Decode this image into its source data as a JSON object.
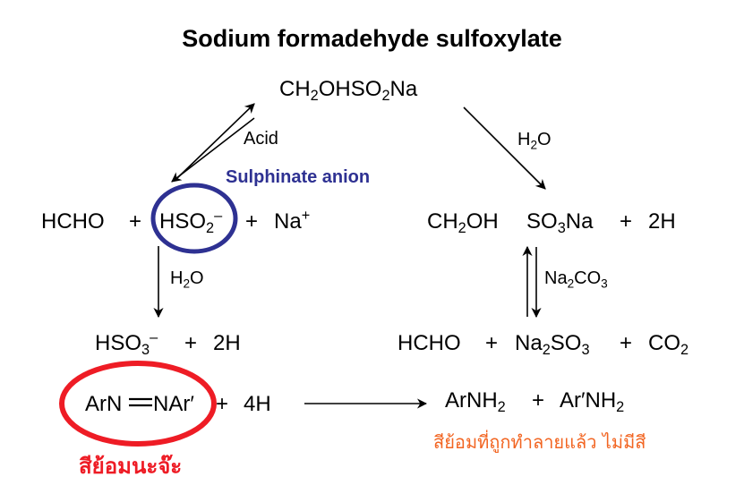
{
  "title": "Sodium formadehyde sulfoxylate",
  "top_compound": {
    "a": "CH",
    "a_sub": "2",
    "b": "OHSO",
    "b_sub": "2",
    "c": "Na"
  },
  "acid_label": "Acid",
  "h2o_right": {
    "a": "H",
    "a_sub": "2",
    "b": "O"
  },
  "anion_label": "Sulphinate anion",
  "left_row": {
    "hcho": "HCHO",
    "plus1": "+",
    "hso2_a": "HSO",
    "hso2_sub": "2",
    "hso2_sup": "–",
    "plus2": "+",
    "na": "Na",
    "na_sup": "+"
  },
  "right_row": {
    "a": "CH",
    "a_sub": "2",
    "b": "OH",
    "c": "SO",
    "c_sub": "3",
    "d": "Na",
    "plus": "+",
    "h": "2H"
  },
  "h2o_left": {
    "a": "H",
    "a_sub": "2",
    "b": "O"
  },
  "na2co3_label": {
    "a": "Na",
    "a_sub": "2",
    "b": "CO",
    "b_sub": "3"
  },
  "hso3_row": {
    "a": "HSO",
    "a_sub": "3",
    "a_sup": "–",
    "plus": "+",
    "h": "2H"
  },
  "hcho_row": {
    "hcho": "HCHO",
    "plus1": "+",
    "a": "Na",
    "a_sub": "2",
    "b": "SO",
    "b_sub": "3",
    "plus2": "+",
    "c": "CO",
    "c_sub": "2"
  },
  "azo_row": {
    "arn": "ArN",
    "nar": "NAr′",
    "plus": "+",
    "h": "4H"
  },
  "amine_row": {
    "a": "ArNH",
    "a_sub": "2",
    "plus": "+",
    "b": "Ar′NH",
    "b_sub": "2"
  },
  "thai_left": "สีย้อมนะจ๊ะ",
  "thai_right": "สีย้อมที่ถูกทำลายแล้ว ไม่มีสี",
  "colors": {
    "circle_blue": "#2e3192",
    "circle_red": "#ee1c25",
    "thai_right": "#f26522",
    "anion_label": "#2e3192"
  }
}
